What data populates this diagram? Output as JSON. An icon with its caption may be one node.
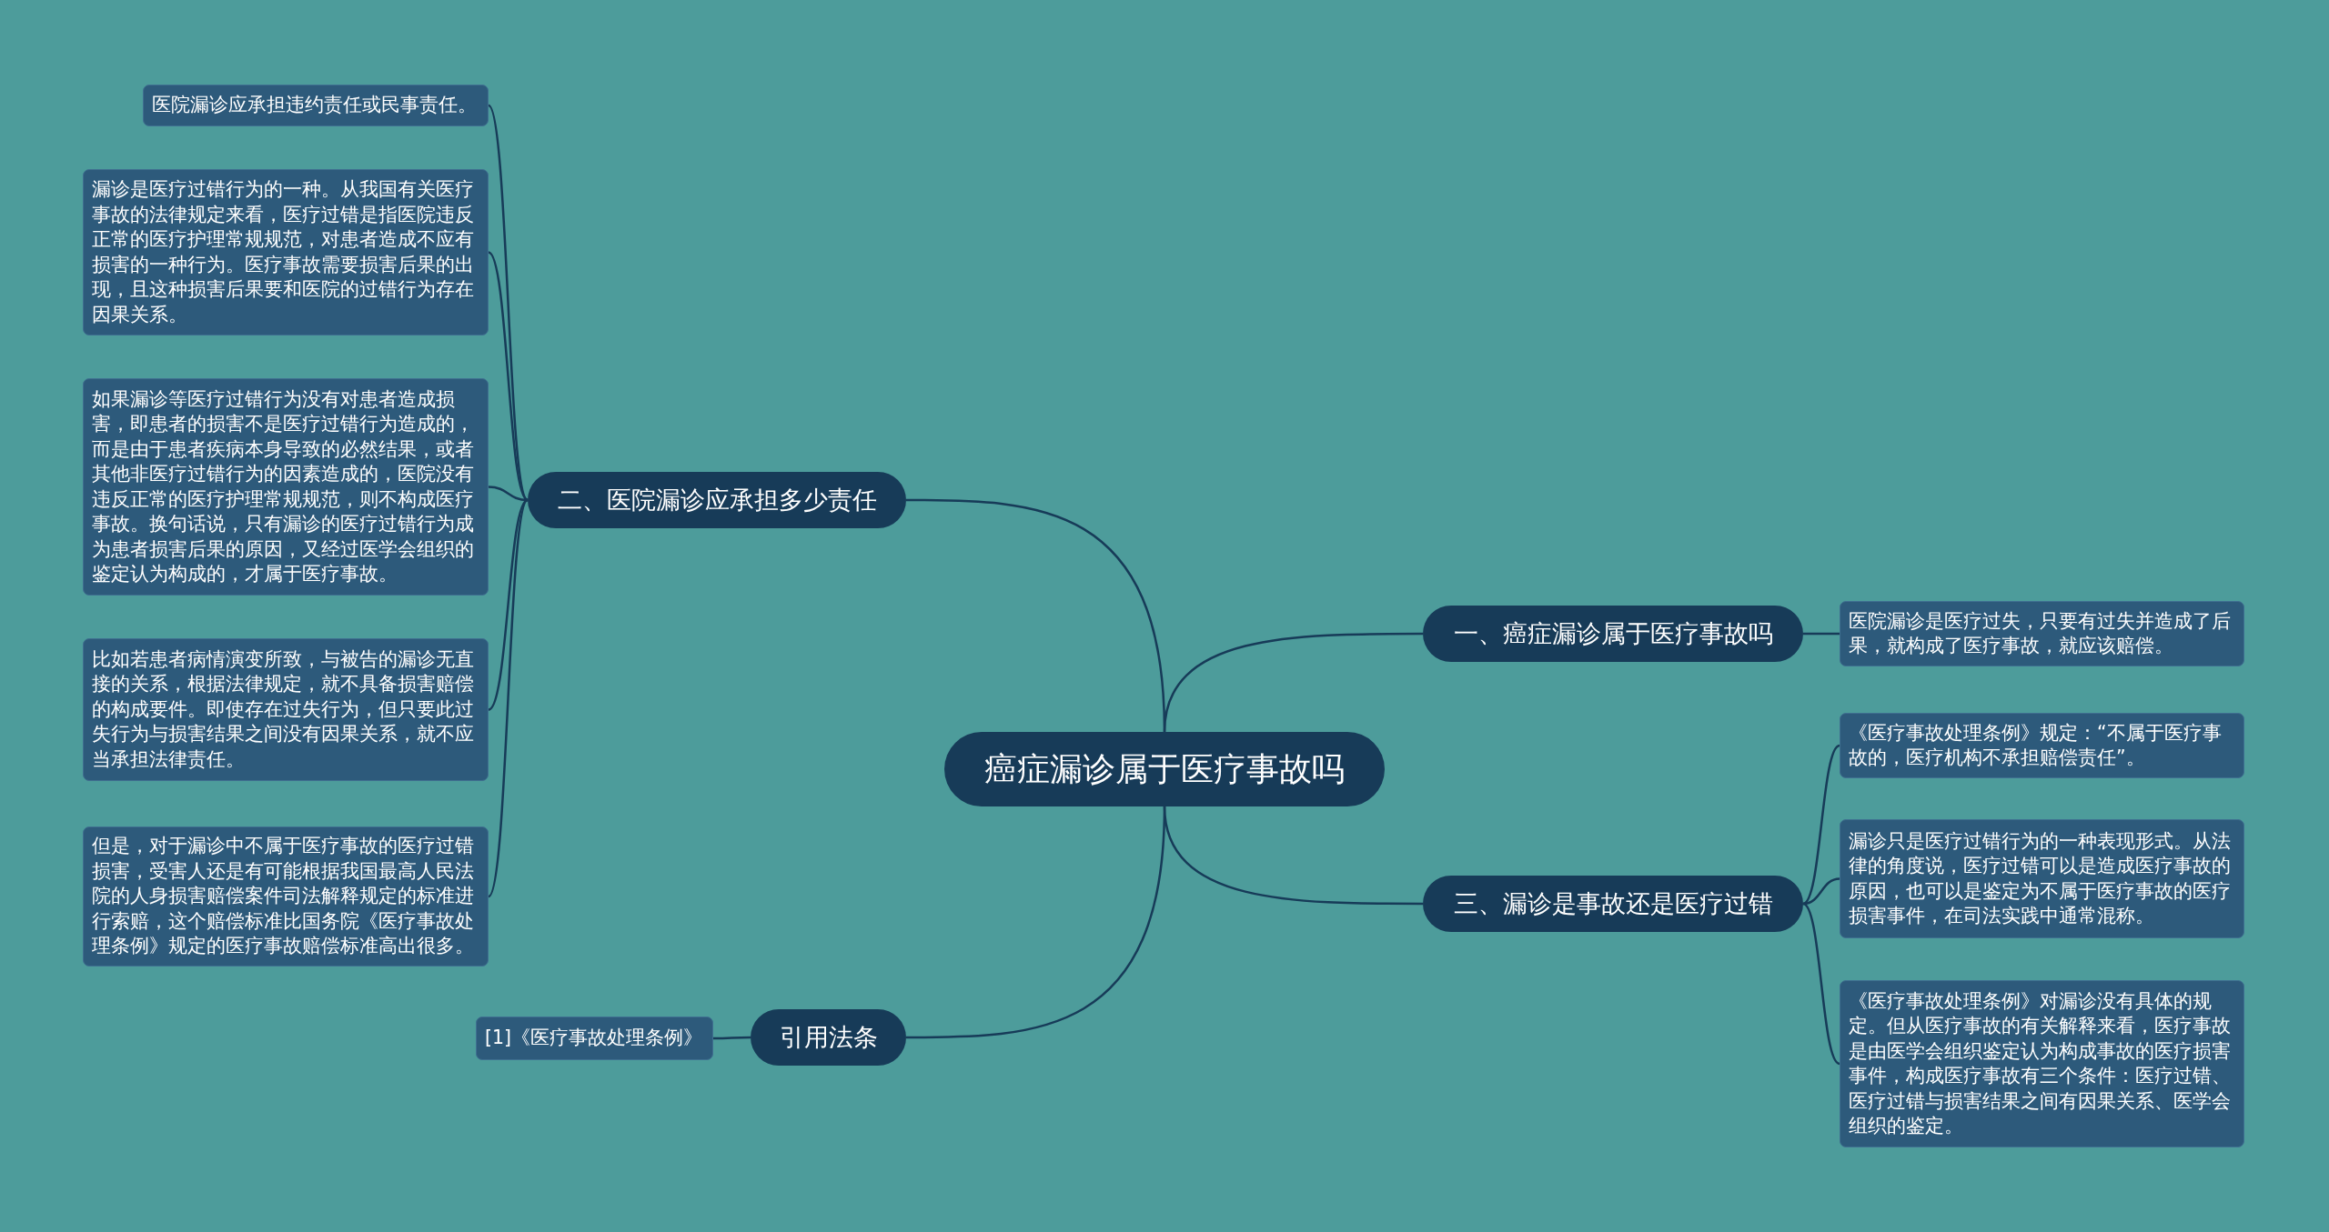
{
  "diagram": {
    "nodes": [
      {
        "text": [
          "癌症漏诊属于医疗事故吗"
        ]
      },
      {
        "text": [
          "二、医院漏诊应承担多少责任"
        ]
      },
      {
        "text": [
          "医院漏诊应承担违约责任或民事责任。"
        ]
      },
      {
        "text": [
          "漏诊是医疗过错行为的一种。从我国有关医疗事故的法律规定来看，医疗过错是指医院违反正常的医疗护理常规规范，对患者造成不应有损害的一种行为。医疗事故需要损害后果的出现，且这种损害后果要和医院的过错行为存在因果关系。"
        ]
      },
      {
        "text": [
          "如果漏诊等医疗过错行为没有对患者造成损害，即患者的损害不是医疗过错行为造成的，而是由于患者疾病本身导致的必然结果，或者其他非医疗过错行为的因素造成的，医院没有违反正常的医疗护理常规规范，则不构成医疗事故。换句话说，只有漏诊的医疗过错行为成为患者损害后果的原因，又经过医学会组织的鉴定认为构成的，才属于医疗事故。"
        ]
      },
      {
        "text": [
          "比如若患者病情演变所致，与被告的漏诊无直接的关系，根据法律规定，就不具备损害赔偿的构成要件。即使存在过失行为，但只要此过失行为与损害结果之间没有因果关系，就不应当承担法律责任。"
        ]
      },
      {
        "text": [
          "但是，对于漏诊中不属于医疗事故的医疗过错损害，受害人还是有可能根据我国最高人民法院的人身损害赔偿案件司法解释规定的标准进行索赔，这个赔偿标准比国务院《医疗事故处理条例》规定的医疗事故赔偿标准高出很多。"
        ]
      },
      {
        "text": [
          "引用法条"
        ]
      },
      {
        "text": [
          "[1]《医疗事故处理条例》"
        ]
      },
      {
        "text": [
          "一、癌症漏诊属于医疗事故吗"
        ]
      },
      {
        "text": [
          "医院漏诊是医疗过失，只要有过失并造成了后果，就构成了医疗事故，就应该赔偿。"
        ]
      },
      {
        "text": [
          "三、漏诊是事故还是医疗过错"
        ]
      },
      {
        "text": [
          "《医疗事故处理条例》规定：“不属于医疗事故的，医疗机构不承担赔偿责任”。"
        ]
      },
      {
        "text": [
          "漏诊只是医疗过错行为的一种表现形式。从法律的角度说，医疗过错可以是造成医疗事故的原因，也可以是鉴定为不属于医疗事故的医疗损害事件，在司法实践中通常混称。"
        ]
      },
      {
        "text": [
          "《医疗事故处理条例》对漏诊没有具体的规定。但从医疗事故的有关解释来看，医疗事故是由医学会组织鉴定认为构成事故的医疗损害事件，构成医疗事故有三个条件：医疗过错、医疗过错与损害结果之间有因果关系、医学会组织的鉴定。"
        ]
      }
    ],
    "edges": [
      {
        "from": 0,
        "to": 1,
        "arrow": "none"
      },
      {
        "from": 1,
        "to": 2,
        "arrow": "none"
      },
      {
        "from": 1,
        "to": 3,
        "arrow": "none"
      },
      {
        "from": 1,
        "to": 4,
        "arrow": "none"
      },
      {
        "from": 1,
        "to": 5,
        "arrow": "none"
      },
      {
        "from": 1,
        "to": 6,
        "arrow": "none"
      },
      {
        "from": 0,
        "to": 7,
        "arrow": "none"
      },
      {
        "from": 7,
        "to": 8,
        "arrow": "none"
      },
      {
        "from": 0,
        "to": 9,
        "arrow": "none"
      },
      {
        "from": 9,
        "to": 10,
        "arrow": "none"
      },
      {
        "from": 0,
        "to": 11,
        "arrow": "none"
      },
      {
        "from": 11,
        "to": 12,
        "arrow": "none"
      },
      {
        "from": 11,
        "to": 13,
        "arrow": "none"
      },
      {
        "from": 11,
        "to": 14,
        "arrow": "none"
      }
    ]
  }
}
